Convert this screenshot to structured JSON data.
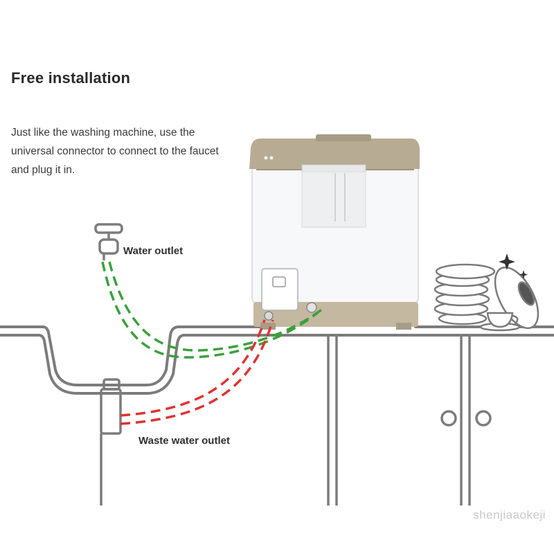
{
  "title": "Free installation",
  "description": "Just like the washing machine, use the universal connector to connect to the faucet and plug it in.",
  "labels": {
    "water_outlet": "Water outlet",
    "waste_water_outlet": "Waste water outlet"
  },
  "watermark": "shenjiaaokeji",
  "colors": {
    "inlet_hose": "#3aa13a",
    "waste_hose": "#e03232",
    "counter_line": "#7c7c7c",
    "dishwasher_top": "#b8ab94",
    "dishwasher_body": "#f7f8fa"
  },
  "icons": [
    "faucet-icon",
    "sparkle-icon",
    "dish-stack-icon",
    "cup-icon"
  ]
}
